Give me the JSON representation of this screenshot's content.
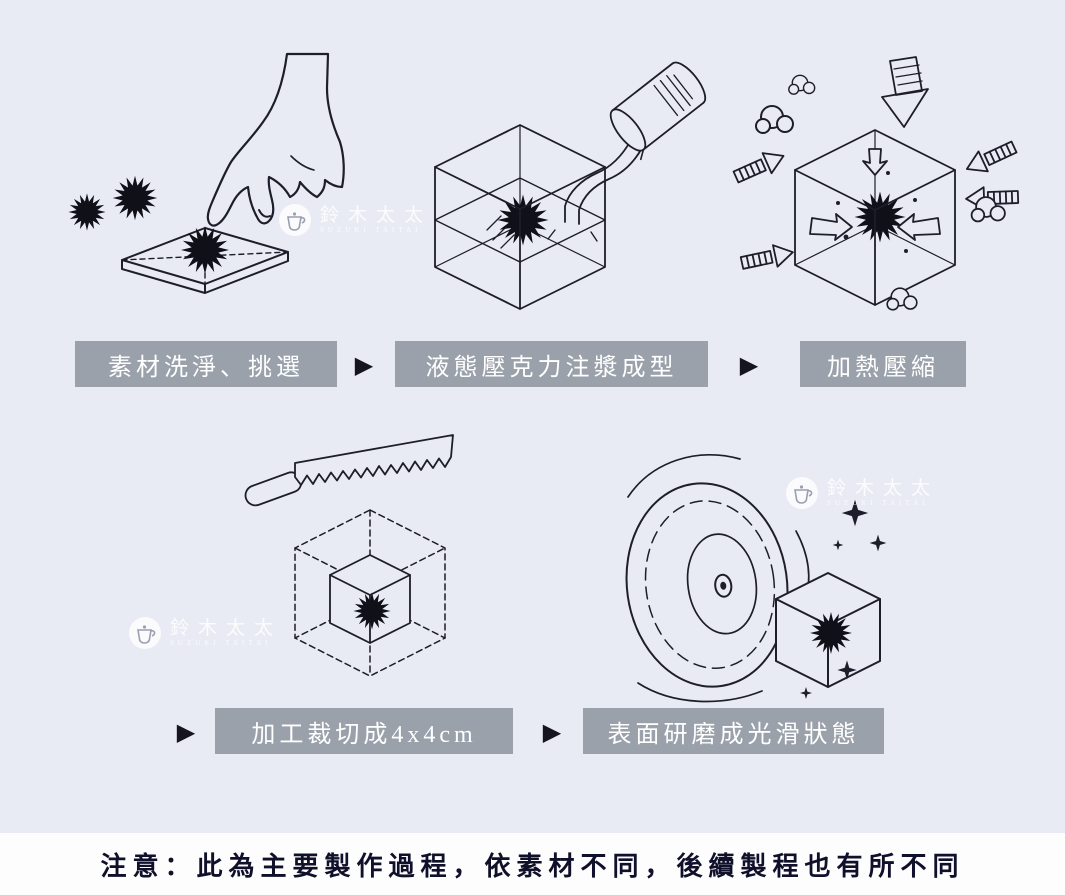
{
  "colors": {
    "background": "#e9ebf4",
    "line": "#1d1d2b",
    "label_box": "#9aa1ab",
    "label_text": "#ffffff",
    "arrow": "#15151f",
    "footer_bg": "#fdfdfe",
    "footer_text": "#10102a"
  },
  "ui": {
    "flow_arrow_glyph": "▶"
  },
  "process": {
    "row1": [
      {
        "label": "素材洗淨、挑選",
        "illustration": "hand-picking-and-washing-materials"
      },
      {
        "label": "液態壓克力注漿成型",
        "illustration": "pouring-liquid-acrylic-into-mold"
      },
      {
        "label": "加熱壓縮",
        "illustration": "heat-compression-of-acrylic-cube"
      }
    ],
    "row2": [
      {
        "label": "加工裁切成4x4cm",
        "illustration": "sawing-cube-to-size"
      },
      {
        "label": "表面研磨成光滑狀態",
        "illustration": "polishing-surface-smooth"
      }
    ]
  },
  "footer": {
    "note": "注意：此為主要製作過程，依素材不同，後續製程也有所不同"
  },
  "watermark": {
    "brand": "鈴木太太",
    "sub": "SUZUKI TAITAI"
  }
}
